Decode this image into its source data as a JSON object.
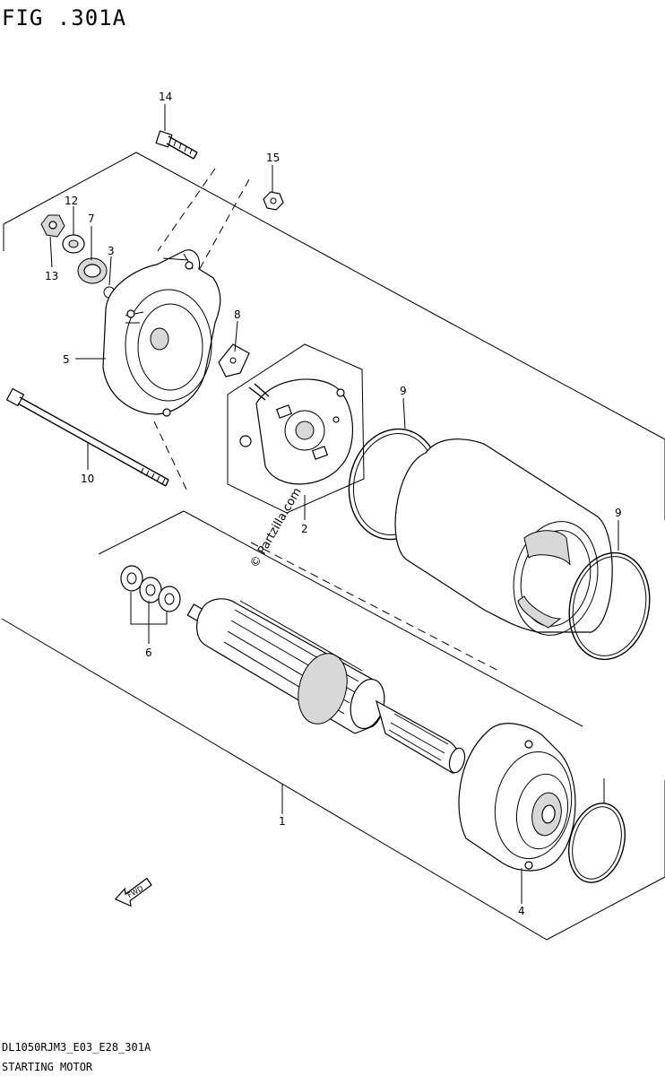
{
  "figure": {
    "title": "FIG .301A",
    "footer_code": "DL1050RJM3_E03_E28_301A",
    "footer_caption": "STARTING MOTOR",
    "watermark": "© Partzilla.com",
    "fwd_label": "FWD"
  },
  "callouts": [
    {
      "id": "14",
      "label": "14"
    },
    {
      "id": "15",
      "label": "15"
    },
    {
      "id": "12",
      "label": "12"
    },
    {
      "id": "7",
      "label": "7"
    },
    {
      "id": "3",
      "label": "3"
    },
    {
      "id": "13",
      "label": "13"
    },
    {
      "id": "8",
      "label": "8"
    },
    {
      "id": "5",
      "label": "5"
    },
    {
      "id": "9a",
      "label": "9"
    },
    {
      "id": "10",
      "label": "10"
    },
    {
      "id": "2",
      "label": "2"
    },
    {
      "id": "9b",
      "label": "9"
    },
    {
      "id": "6",
      "label": "6"
    },
    {
      "id": "1",
      "label": "1"
    },
    {
      "id": "4",
      "label": "4"
    }
  ]
}
